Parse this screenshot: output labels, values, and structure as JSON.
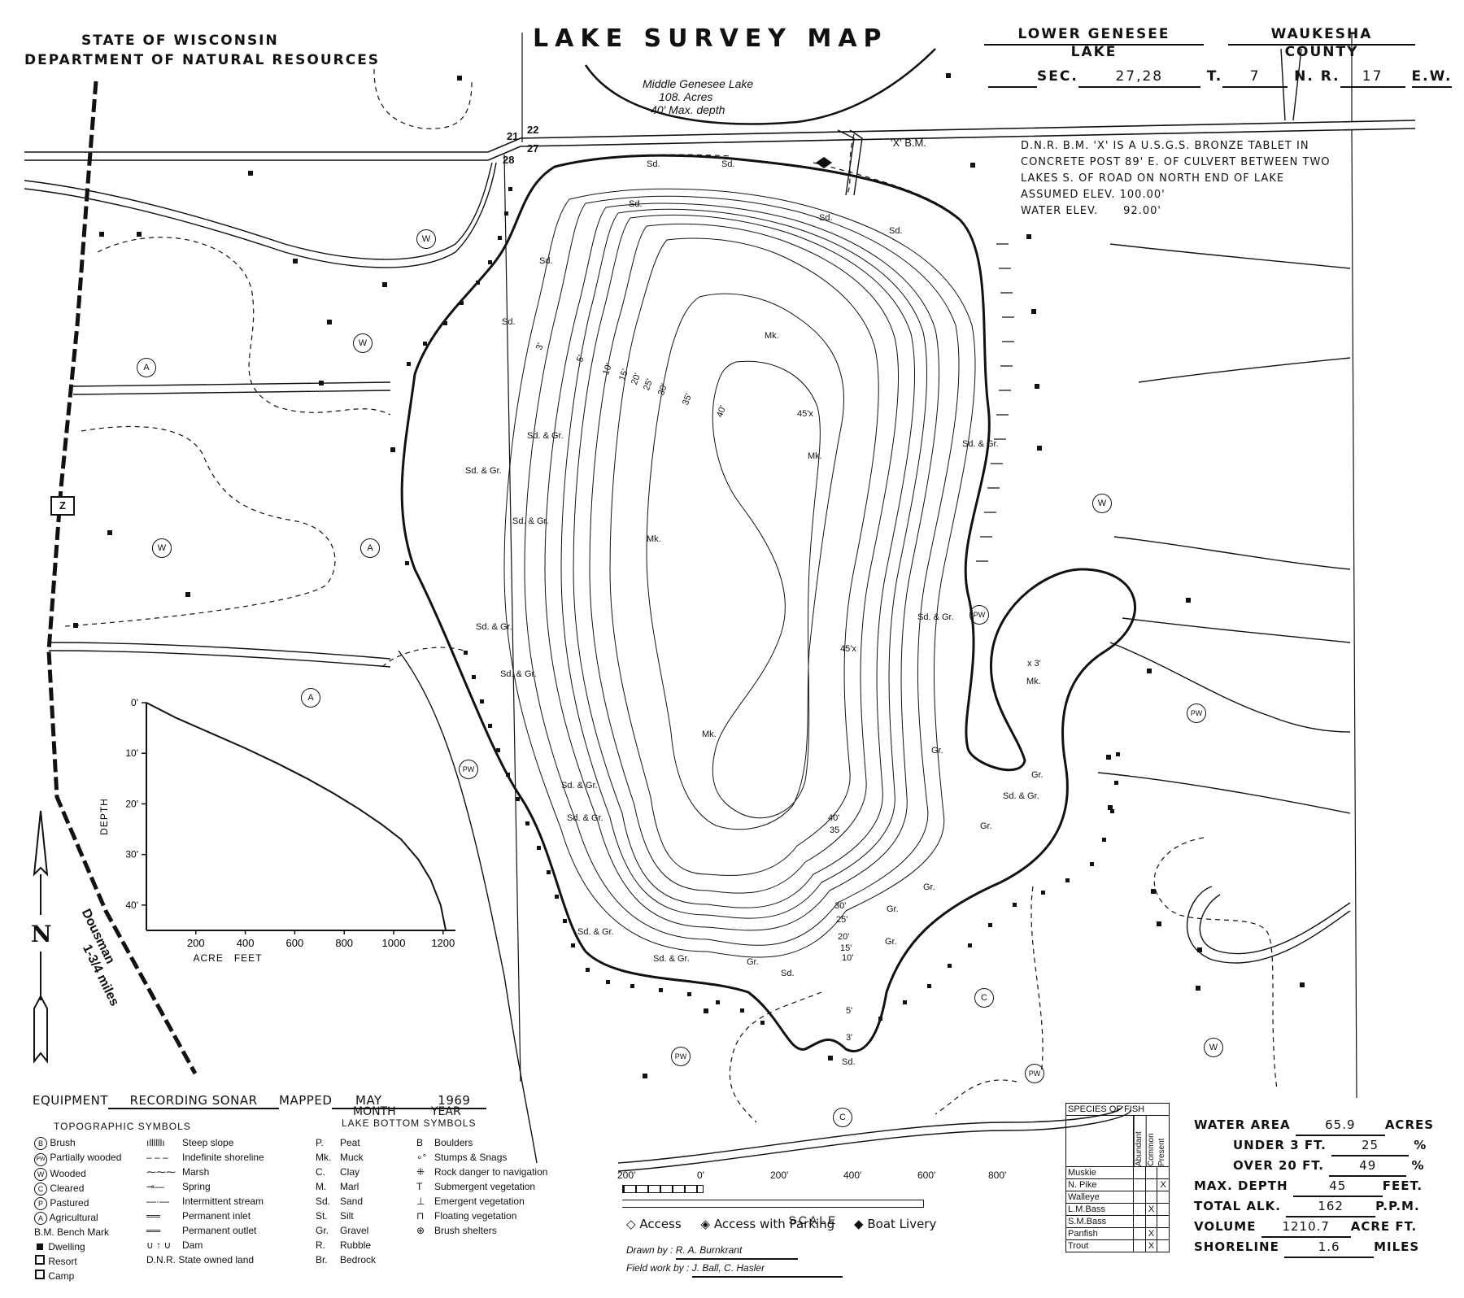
{
  "header": {
    "agency_line1": "STATE OF WISCONSIN",
    "agency_line2": "DEPARTMENT OF NATURAL RESOURCES",
    "title": "LAKE SURVEY MAP",
    "lake_name": "LOWER GENESEE",
    "lake_label": "LAKE",
    "county_name": "WAUKESHA",
    "county_label": "COUNTY",
    "sec_label": "SEC.",
    "sec_value": "27,28",
    "t_label": "T.",
    "t_value": "7",
    "nr_label": "N. R.",
    "nr_value": "17",
    "ew_label": "E.W."
  },
  "bench_mark_note": {
    "line1": "D.N.R. B.M. 'X' IS A U.S.G.S. BRONZE TABLET IN",
    "line2": "CONCRETE POST 89' E. OF CULVERT BETWEEN TWO",
    "line3": "LAKES S. OF ROAD ON NORTH END OF LAKE",
    "line4": "ASSUMED ELEV. 100.00'",
    "line5": "WATER ELEV.      92.00'",
    "bm_label": "'X' B.M."
  },
  "middle_lake": {
    "name": "Middle Genesee Lake",
    "acres": "108. Acres",
    "depth": "40' Max. depth"
  },
  "section_numbers": [
    "21",
    "22",
    "28",
    "27"
  ],
  "road": {
    "shield": "Z",
    "direction": "Dousman",
    "distance": "1-3/4 miles"
  },
  "north_label": "N",
  "map_labels": {
    "bottom": [
      "Sd.",
      "Sd.",
      "Sd.",
      "Sd.",
      "Sd.",
      "Sd.",
      "Sd.",
      "Sd. & Gr.",
      "Sd. & Gr.",
      "Sd. & Gr.",
      "Sd. & Gr.",
      "Sd. & Gr.",
      "Sd. & Gr.",
      "Sd. & Gr.",
      "Sd. & Gr.",
      "Sd. & Gr.",
      "Sd. & Gr.",
      "Sd. & Gr.",
      "Sd. & Gr.",
      "Mk.",
      "Mk.",
      "Mk.",
      "Mk.",
      "Mk.",
      "Gr.",
      "Gr.",
      "Gr.",
      "Gr.",
      "Gr.",
      "Gr.",
      "Gr.",
      "Sd.",
      "Sd."
    ],
    "depths": [
      "3'",
      "5'",
      "10'",
      "15'",
      "20'",
      "25'",
      "30'",
      "35'",
      "40'",
      "45'x",
      "45'x",
      "40'",
      "35",
      "30'",
      "25'",
      "20'",
      "15'",
      "10'",
      "5'",
      "3'",
      "x 3'"
    ],
    "land_use": [
      "W",
      "W",
      "A",
      "W",
      "A",
      "A",
      "PW",
      "PW",
      "W",
      "PW",
      "C",
      "PW",
      "C",
      "W",
      "PW"
    ]
  },
  "depth_chart": {
    "ylabel": "DEPTH",
    "xlabel": "ACRE   FEET",
    "y_ticks": [
      "0'",
      "10'",
      "20'",
      "30'",
      "40'"
    ],
    "x_ticks": [
      "200",
      "400",
      "600",
      "800",
      "1000",
      "1200"
    ]
  },
  "chart_data": {
    "type": "line",
    "title": "",
    "xlabel": "ACRE   FEET",
    "ylabel": "DEPTH",
    "xlim": [
      0,
      1250
    ],
    "ylim": [
      0,
      45
    ],
    "x_ticks": [
      200,
      400,
      600,
      800,
      1000,
      1200
    ],
    "y_ticks": [
      0,
      10,
      20,
      30,
      40
    ],
    "series": [
      {
        "x": [
          0,
          120,
          260,
          400,
          530,
          650,
          760,
          860,
          950,
          1030,
          1100,
          1150,
          1190,
          1211
        ],
        "y": [
          0,
          3,
          6,
          9,
          12,
          15,
          18,
          21,
          24,
          27,
          31,
          35,
          40,
          45
        ]
      }
    ]
  },
  "equipment": {
    "label": "EQUIPMENT",
    "value": "RECORDING SONAR",
    "mapped_label": "MAPPED",
    "month_value": "MAY",
    "month_label": "MONTH",
    "year_value": "1969",
    "year_label": "YEAR"
  },
  "topo_symbols": {
    "heading": "TOPOGRAPHIC SYMBOLS",
    "items": [
      "Brush",
      "Partially wooded",
      "Wooded",
      "Cleared",
      "Pastured",
      "Agricultural",
      "Bench Mark",
      "Dwelling",
      "Resort",
      "Camp"
    ],
    "letters": [
      "B",
      "PW",
      "W",
      "C",
      "P",
      "A",
      "B.M."
    ],
    "items2": [
      "Steep slope",
      "Indefinite shoreline",
      "Marsh",
      "Spring",
      "Intermittent stream",
      "Permanent inlet",
      "Permanent outlet",
      "Dam",
      "D.N.R. State owned land"
    ]
  },
  "bottom_symbols": {
    "heading": "LAKE BOTTOM SYMBOLS",
    "codes": [
      "P.",
      "Mk.",
      "C.",
      "M.",
      "Sd.",
      "St.",
      "Gr.",
      "R.",
      "Br."
    ],
    "names": [
      "Peat",
      "Muck",
      "Clay",
      "Marl",
      "Sand",
      "Silt",
      "Gravel",
      "Rubble",
      "Bedrock"
    ],
    "sym_codes": [
      "B",
      "",
      "",
      "T",
      "",
      "",
      ""
    ],
    "sym_names": [
      "Boulders",
      "Stumps & Snags",
      "Rock danger to navigation",
      "Submergent vegetation",
      "Emergent vegetation",
      "Floating vegetation",
      "Brush shelters"
    ]
  },
  "scale": {
    "label": "SCALE",
    "ticks": [
      "200'",
      "0'",
      "200'",
      "400'",
      "600'",
      "800'"
    ]
  },
  "access": {
    "access": "Access",
    "parking": "Access with Parking",
    "livery": "Boat Livery"
  },
  "credits": {
    "drawn_label": "Drawn by :",
    "drawn_value": "R. A. Burnkrant",
    "field_label": "Field work by :",
    "field_value": "J. Ball, C. Hasler"
  },
  "fish_table": {
    "heading": "SPECIES OF FISH",
    "columns": [
      "Abundant",
      "Common",
      "Present"
    ],
    "rows": [
      {
        "name": "Muskie",
        "mark": ""
      },
      {
        "name": "N. Pike",
        "mark": "X",
        "col": 2
      },
      {
        "name": "Walleye",
        "mark": ""
      },
      {
        "name": "L.M.Bass",
        "mark": "X",
        "col": 1
      },
      {
        "name": "S.M.Bass",
        "mark": ""
      },
      {
        "name": "Panfish",
        "mark": "X",
        "col": 1
      },
      {
        "name": "Trout",
        "mark": "X",
        "col": 1
      }
    ]
  },
  "stats": {
    "water_area_label": "WATER AREA",
    "water_area_value": "65.9",
    "water_area_unit": "ACRES",
    "under3_label": "UNDER 3 FT.",
    "under3_value": "25",
    "over20_label": "OVER 20 FT.",
    "over20_value": "49",
    "pct": "%",
    "max_depth_label": "MAX. DEPTH",
    "max_depth_value": "45",
    "max_depth_unit": "FEET.",
    "alk_label": "TOTAL ALK.",
    "alk_value": "162",
    "alk_unit": "P.P.M.",
    "volume_label": "VOLUME",
    "volume_value": "1210.7",
    "volume_unit": "ACRE FT.",
    "shoreline_label": "SHORELINE",
    "shoreline_value": "1.6",
    "shoreline_unit": "MILES"
  }
}
